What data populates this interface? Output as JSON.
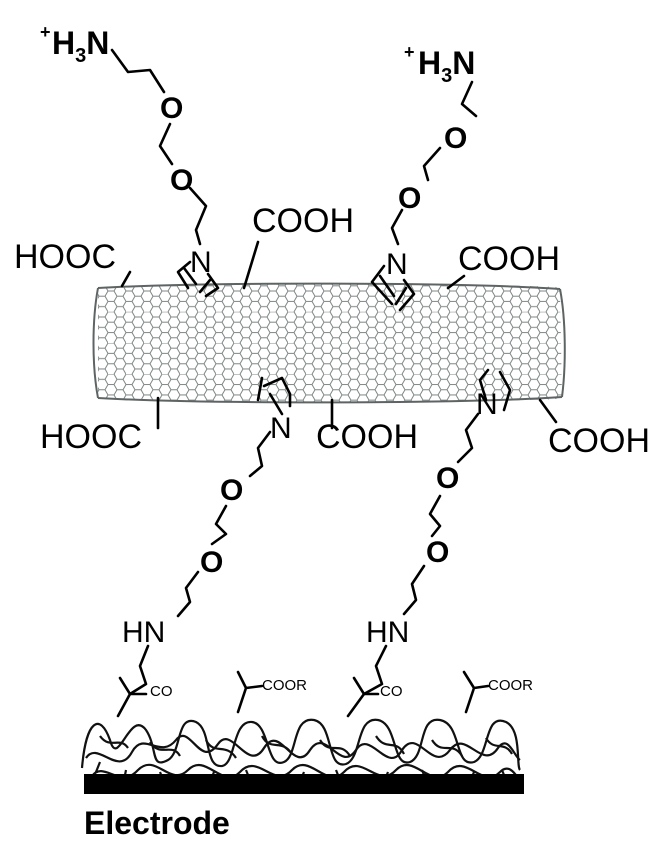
{
  "labels": {
    "amine_terminus": "H3N",
    "amine_charge": "+",
    "amine_sub": "3",
    "ether_oxygen": "O",
    "pyrrolidine_nitrogen": "N",
    "carboxyl_right": "COOH",
    "carboxyl_left": "HOOC",
    "amide_nh": "HN",
    "carbonyl": "CO",
    "ester": "COOR",
    "electrode": "Electrode"
  },
  "colors": {
    "nanotube": "#7e8585",
    "bonds": "#000000",
    "electrode_bar": "#000000"
  }
}
